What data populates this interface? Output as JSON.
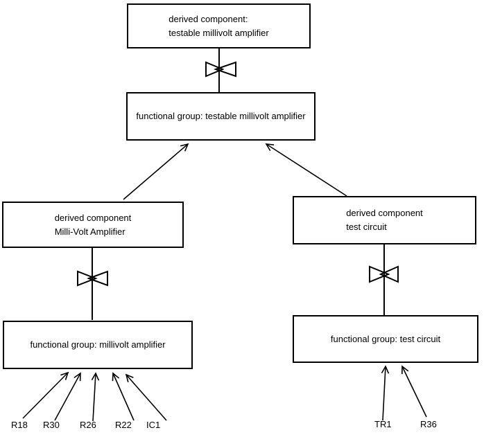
{
  "diagram": {
    "background_color": "#ffffff",
    "stroke_color": "#000000",
    "text_color": "#000000",
    "boxes": {
      "derived_testable": {
        "line1": "derived component:",
        "line2": "testable millivolt amplifier"
      },
      "fg_testable": {
        "line1": "functional group: testable millivolt amplifier"
      },
      "derived_mva": {
        "line1": "derived component",
        "line2": "Milli-Volt Amplifier"
      },
      "derived_test": {
        "line1": "derived component",
        "line2": "test circuit"
      },
      "fg_mva": {
        "line1": "functional group: millivolt amplifier"
      },
      "fg_test": {
        "line1": "functional group: test circuit"
      }
    },
    "components_left": [
      "R18",
      "R30",
      "R26",
      "R22",
      "IC1"
    ],
    "components_right": [
      "TR1",
      "R36"
    ],
    "icons": {
      "decomposition_symbol": "bowtie"
    }
  }
}
